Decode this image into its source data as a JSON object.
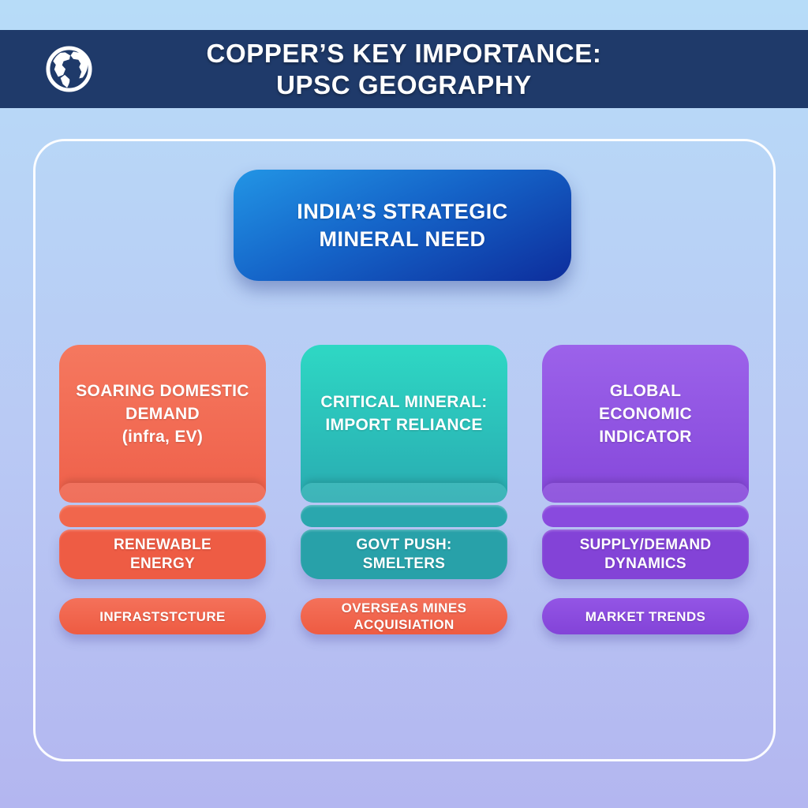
{
  "page": {
    "bg_top": "#b7dcf8",
    "bg_mid": "#b9c9f4",
    "bg_bottom": "#b3b6f0",
    "frame_border_color": "#ffffff"
  },
  "header": {
    "bg_color": "#1f3a6a",
    "icon": "globe-icon",
    "title_line1": "COPPER’S KEY IMPORTANCE:",
    "title_line2": "UPSC GEOGRAPHY"
  },
  "root_node": {
    "line1": "INDIA’S STRATEGIC",
    "line2": "MINERAL NEED",
    "colors": {
      "top": "#2295e5",
      "bottom": "#0d2d9c"
    }
  },
  "columns": [
    {
      "name": "soaring-domestic-demand",
      "main_lines": [
        "SOARING DOMESTIC",
        "DEMAND",
        "(infra, EV)"
      ],
      "sub_lines": [
        "RENEWABLE",
        "ENERGY"
      ],
      "pill_lines": [
        "INFRASTSTCTURE"
      ],
      "colors": {
        "main_top": "#f5785f",
        "main_bottom": "#ef604a",
        "sliver": "#f1664c",
        "sub": "#ee5c44",
        "pill_top": "#f4715a",
        "pill_bottom": "#ee5b42"
      }
    },
    {
      "name": "critical-mineral-import-reliance",
      "main_lines": [
        "CRITICAL MINERAL:",
        "IMPORT RELIANCE"
      ],
      "sub_lines": [
        "GOVT PUSH:",
        "SMELTERS"
      ],
      "pill_lines": [
        "OVERSEAS MINES",
        "ACQUISIATION"
      ],
      "colors": {
        "main_top": "#2ed8c4",
        "main_bottom": "#29abb1",
        "sliver": "#2aa7ae",
        "sub": "#28a1a9",
        "pill_top": "#f4715a",
        "pill_bottom": "#ee5b42"
      }
    },
    {
      "name": "global-economic-indicator",
      "main_lines": [
        "GLOBAL",
        "ECONOMIC",
        "INDICATOR"
      ],
      "sub_lines": [
        "SUPPLY/DEMAND",
        "DYNAMICS"
      ],
      "pill_lines": [
        "MARKET TRENDS"
      ],
      "colors": {
        "main_top": "#9c62ea",
        "main_bottom": "#8547da",
        "sliver": "#894ade",
        "sub": "#8343d7",
        "pill_top": "#9355e5",
        "pill_bottom": "#8343d8"
      }
    }
  ]
}
